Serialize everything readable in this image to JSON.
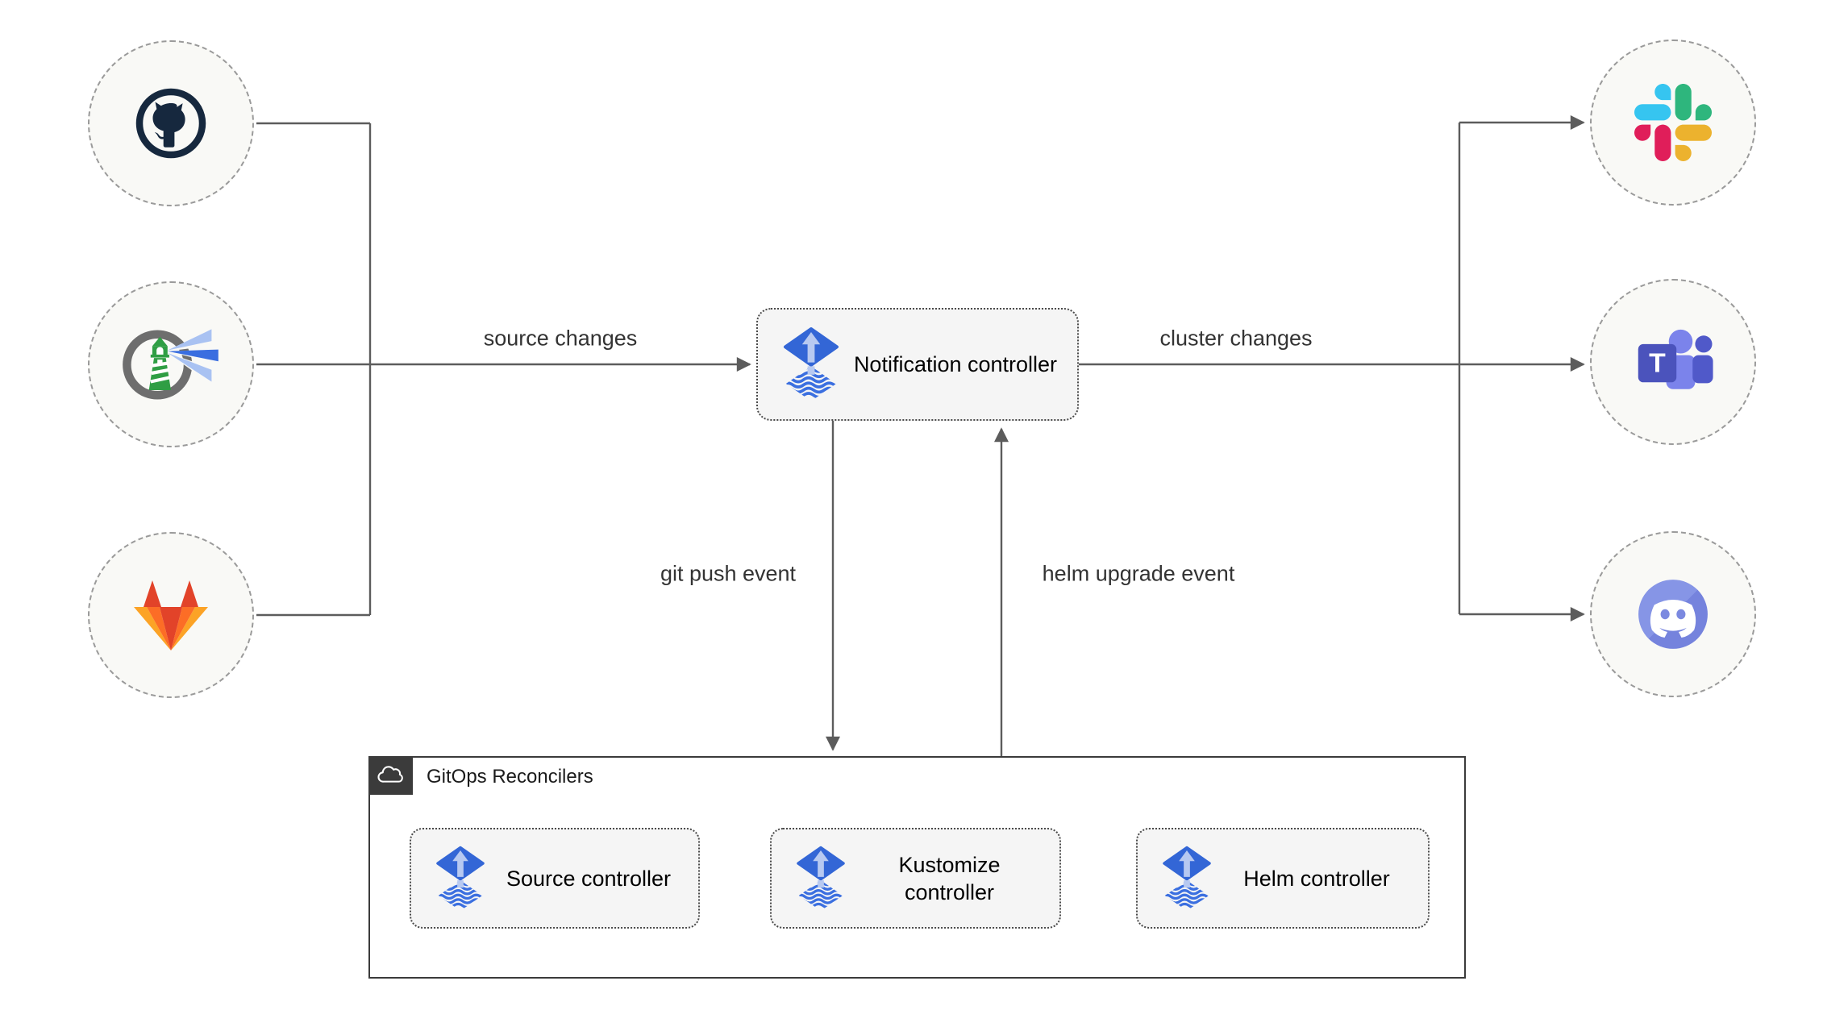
{
  "edges": {
    "source_changes": "source changes",
    "cluster_changes": "cluster changes",
    "git_push_event": "git push event",
    "helm_upgrade_event": "helm upgrade event"
  },
  "nodes": {
    "notification": "Notification controller",
    "sources": [
      {
        "name": "GitHub",
        "icon": "github-icon"
      },
      {
        "name": "Harbor",
        "icon": "harbor-icon"
      },
      {
        "name": "GitLab",
        "icon": "gitlab-icon"
      }
    ],
    "notifiers": [
      {
        "name": "Slack",
        "icon": "slack-icon"
      },
      {
        "name": "Microsoft Teams",
        "icon": "teams-icon"
      },
      {
        "name": "Discord",
        "icon": "discord-icon"
      }
    ]
  },
  "reconcilers": {
    "title": "GitOps Reconcilers",
    "controllers": [
      {
        "label": "Source controller"
      },
      {
        "label": "Kustomize controller"
      },
      {
        "label": "Helm controller"
      }
    ]
  },
  "colors": {
    "connector": "#5c5c5c",
    "node_fill": "#f5f5f5",
    "node_border": "#4a4a4a",
    "circle_fill": "#f9f9f6",
    "circle_border": "#9a9a9a",
    "flux_blue": "#3366d6",
    "flux_light_blue": "#b7c9f1",
    "gitops_header": "#3b3b3b"
  }
}
